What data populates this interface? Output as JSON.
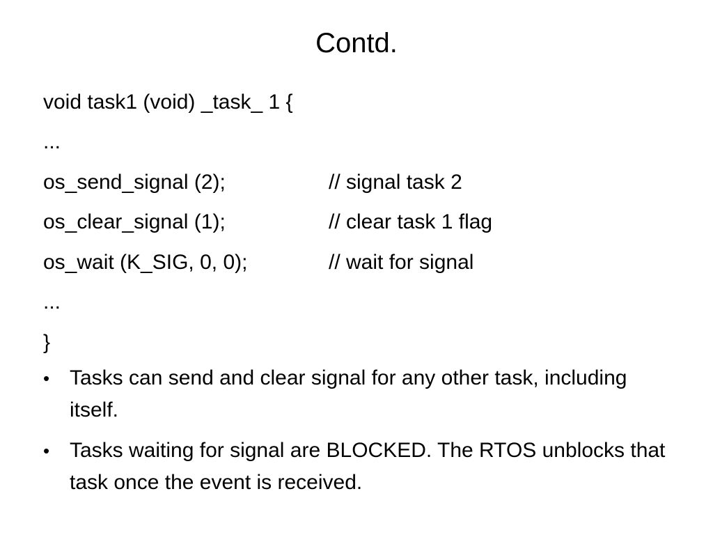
{
  "slide": {
    "title": "Contd."
  },
  "code": {
    "lines": [
      {
        "stmt": "void task1 (void) _task_ 1 {",
        "comment": ""
      },
      {
        "stmt": "...",
        "comment": ""
      },
      {
        "stmt": "os_send_signal (2);",
        "comment": "// signal task 2"
      },
      {
        "stmt": "os_clear_signal (1);",
        "comment": "// clear task 1 flag"
      },
      {
        "stmt": "os_wait (K_SIG, 0, 0);",
        "comment": "// wait for signal"
      },
      {
        "stmt": "...",
        "comment": ""
      },
      {
        "stmt": "}",
        "comment": ""
      }
    ]
  },
  "bullets": {
    "marker": "•",
    "items": [
      "Tasks can send and clear signal for any other task, including itself.",
      "Tasks waiting for signal are BLOCKED. The RTOS unblocks that task once the event is received."
    ]
  }
}
